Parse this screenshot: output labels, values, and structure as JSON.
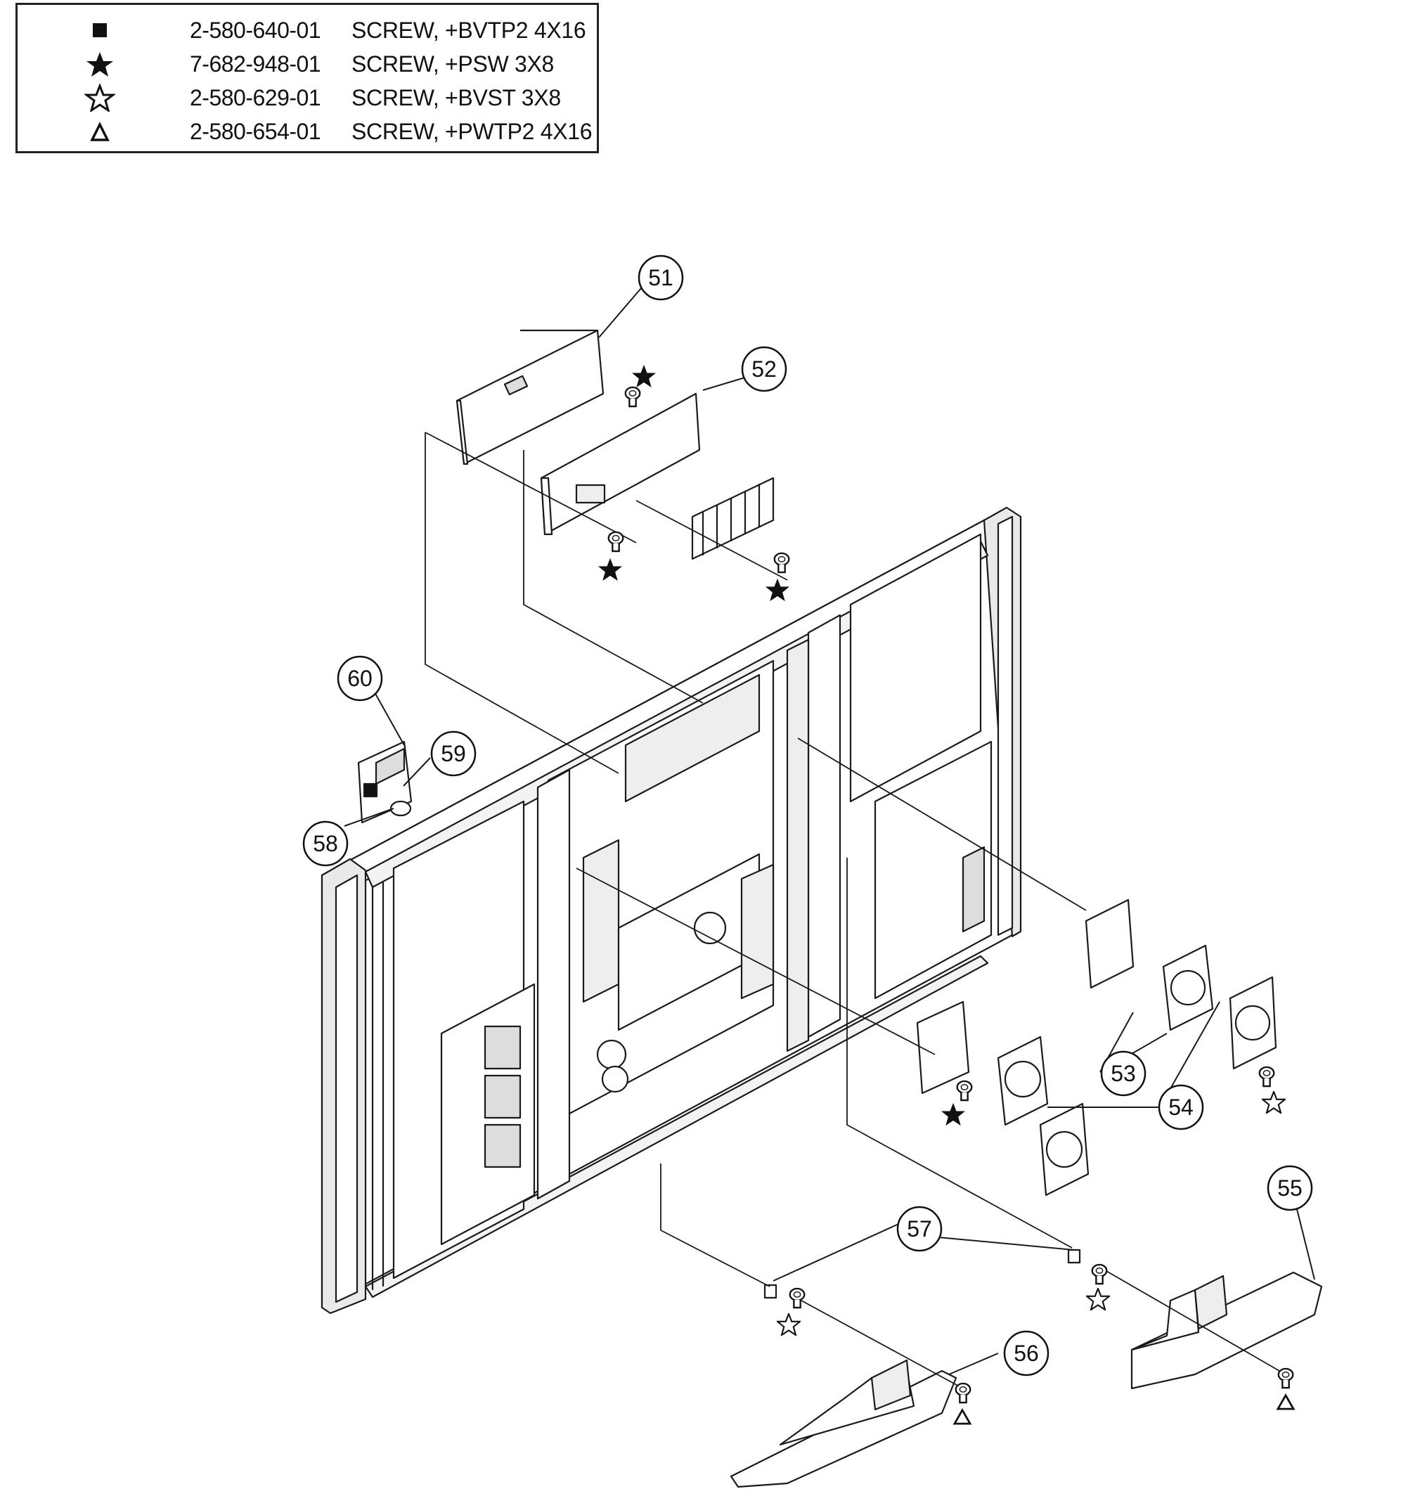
{
  "legend": {
    "rows": [
      {
        "symbol": "filled-square",
        "part": "2-580-640-01",
        "desc": "SCREW, +BVTP2 4X16"
      },
      {
        "symbol": "filled-star",
        "part": "7-682-948-01",
        "desc": "SCREW, +PSW 3X8"
      },
      {
        "symbol": "open-star",
        "part": "2-580-629-01",
        "desc": "SCREW, +BVST 3X8"
      },
      {
        "symbol": "open-triangle",
        "part": "2-580-654-01",
        "desc": "SCREW, +PWTP2 4X16"
      }
    ]
  },
  "callouts": {
    "c51": "51",
    "c52": "52",
    "c53": "53",
    "c54": "54",
    "c55": "55",
    "c56": "56",
    "c57": "57",
    "c58": "58",
    "c59": "59",
    "c60": "60"
  },
  "colors": {
    "line": "#1a1a1a",
    "fill": "#ffffff",
    "shade": "#cfcfcf"
  }
}
